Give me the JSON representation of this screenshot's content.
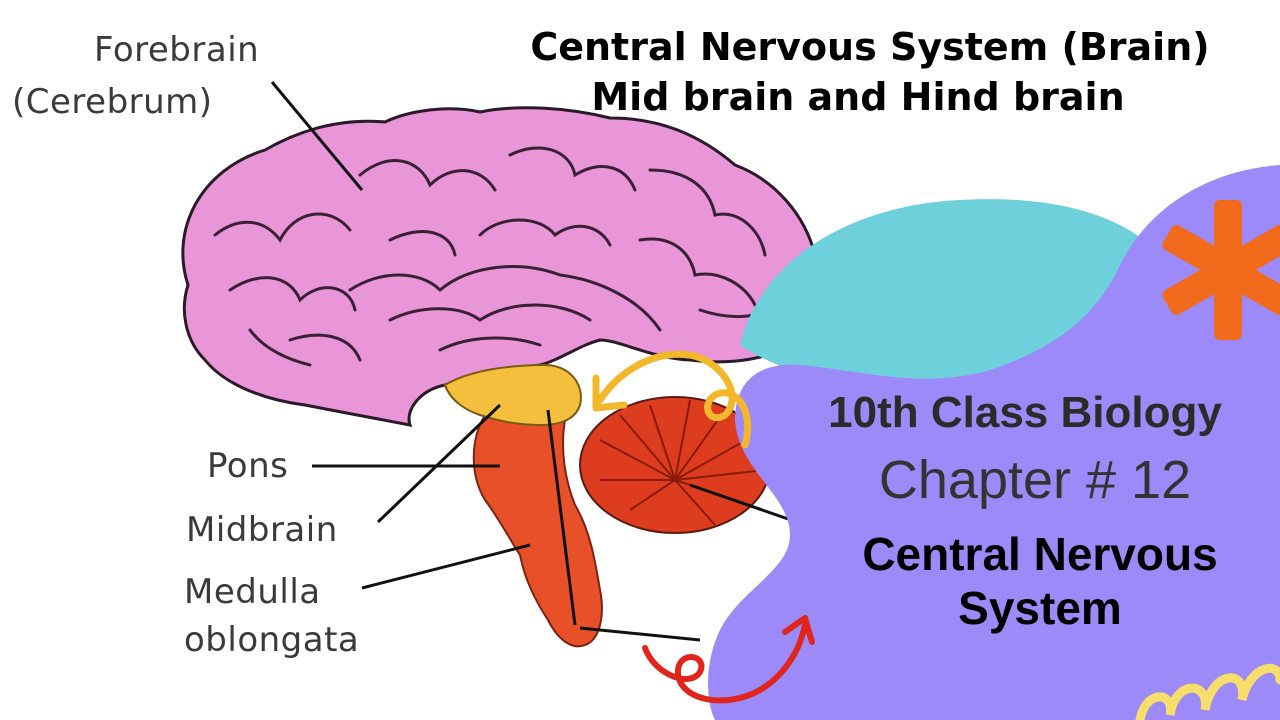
{
  "title": {
    "line1": "Central Nervous System (Brain)",
    "line2": "Mid brain and Hind brain"
  },
  "diagram_labels": {
    "forebrain": "Forebrain",
    "cerebrum": "(Cerebrum)",
    "pons": "Pons",
    "midbrain": "Midbrain",
    "medulla": "Medulla",
    "oblongata": "oblongata"
  },
  "banner": {
    "class": "10th Class Biology",
    "chapter": "Chapter # 12",
    "topic_line1": "Central Nervous",
    "topic_line2": "System"
  },
  "colors": {
    "cerebrum": "#e996d8",
    "midbrain": "#f3bf3c",
    "brainstem": "#e8502a",
    "cerebellum": "#dd3d1e",
    "purple_blob": "#9b8af7",
    "cyan_blob": "#6dd0db",
    "orange_star": "#f26a1b",
    "yellow_arrow": "#f2b72a",
    "red_arrow": "#e0251d",
    "yellow_swirl": "#f7dd6a"
  },
  "icons": {
    "star": "asterisk-star-icon",
    "arrow_top": "curved-arrow-icon",
    "arrow_bottom": "looped-arrow-icon"
  }
}
